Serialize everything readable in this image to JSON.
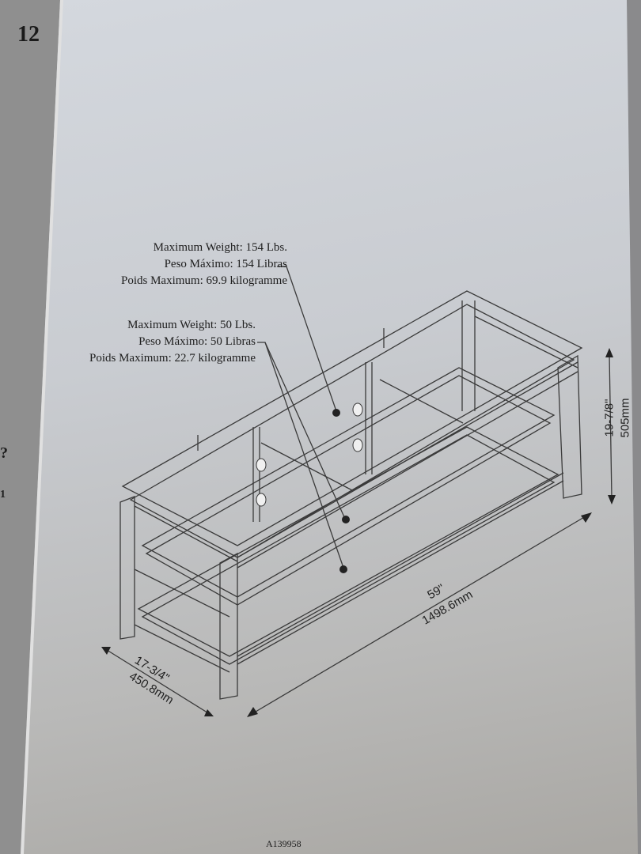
{
  "page_number": "12",
  "side_marks": [
    "?",
    "1"
  ],
  "callouts": {
    "top_shelf": [
      "Maximum Weight: 154 Lbs.",
      "Peso Máximo: 154 Libras",
      "Poids Maximum: 69.9 kilogramme"
    ],
    "lower_shelves": [
      "Maximum Weight: 50 Lbs.",
      "Peso Máximo: 50 Libras",
      "Poids Maximum: 22.7 kilogramme"
    ]
  },
  "dimensions": {
    "height_in": "19-7/8\"",
    "height_mm": "505mm",
    "width_in": "59\"",
    "width_mm": "1498.6mm",
    "depth_in": "17-3/4\"",
    "depth_mm": "450.8mm"
  },
  "document_code": "A139958"
}
